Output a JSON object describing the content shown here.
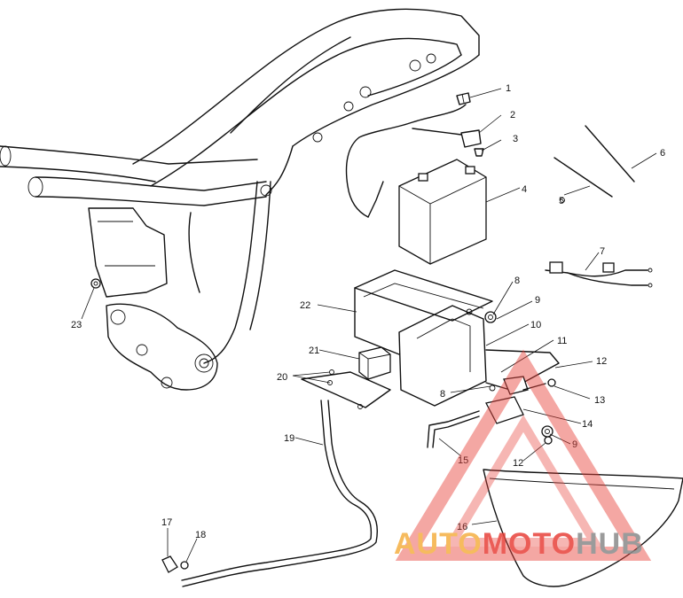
{
  "diagram": {
    "callouts": [
      {
        "id": "c1",
        "label": "1"
      },
      {
        "id": "c2",
        "label": "2"
      },
      {
        "id": "c3",
        "label": "3"
      },
      {
        "id": "c4",
        "label": "4"
      },
      {
        "id": "c5",
        "label": "5"
      },
      {
        "id": "c6",
        "label": "6"
      },
      {
        "id": "c7",
        "label": "7"
      },
      {
        "id": "c8a",
        "label": "8"
      },
      {
        "id": "c9a",
        "label": "9"
      },
      {
        "id": "c10",
        "label": "10"
      },
      {
        "id": "c11",
        "label": "11"
      },
      {
        "id": "c12a",
        "label": "12"
      },
      {
        "id": "c13",
        "label": "13"
      },
      {
        "id": "c14",
        "label": "14"
      },
      {
        "id": "c8b",
        "label": "8"
      },
      {
        "id": "c15",
        "label": "15"
      },
      {
        "id": "c9b",
        "label": "9"
      },
      {
        "id": "c12b",
        "label": "12"
      },
      {
        "id": "c16",
        "label": "16"
      },
      {
        "id": "c22",
        "label": "22"
      },
      {
        "id": "c21",
        "label": "21"
      },
      {
        "id": "c20",
        "label": "20"
      },
      {
        "id": "c19",
        "label": "19"
      },
      {
        "id": "c17",
        "label": "17"
      },
      {
        "id": "c18",
        "label": "18"
      },
      {
        "id": "c23",
        "label": "23"
      }
    ]
  },
  "watermark": {
    "part1": "AUTO",
    "part2": "MOTO",
    "part3": "HUB",
    "color_gold": "#f5b042",
    "color_red": "#e8413a",
    "color_gray": "#8a8a8a"
  }
}
